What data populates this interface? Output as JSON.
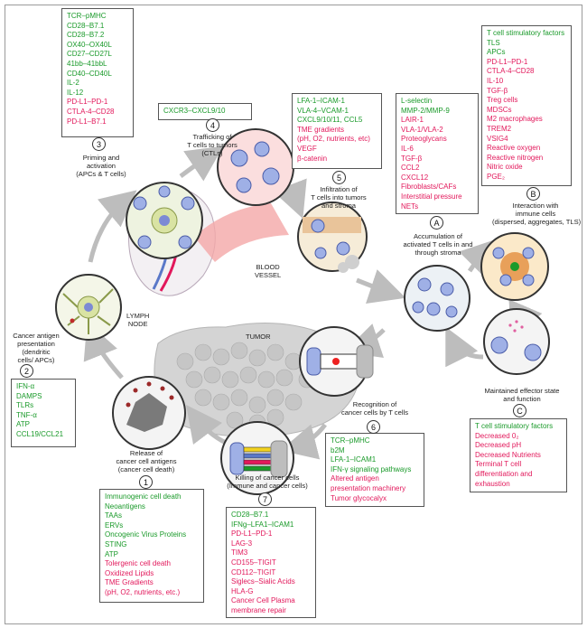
{
  "steps": {
    "s1": {
      "number": "1",
      "caption": [
        "Release of",
        "cancer cell antigens",
        "(cancer cell death)"
      ],
      "items": [
        {
          "t": "Immunogenic cell death",
          "c": "g"
        },
        {
          "t": "Neoantigens",
          "c": "g"
        },
        {
          "t": "TAAs",
          "c": "g"
        },
        {
          "t": "ERVs",
          "c": "g"
        },
        {
          "t": "Oncogenic Virus Proteins",
          "c": "g"
        },
        {
          "t": "STING",
          "c": "g"
        },
        {
          "t": "ATP",
          "c": "g"
        },
        {
          "t": "Tolergenic cell death",
          "c": "r"
        },
        {
          "t": "Oxidized Lipids",
          "c": "r"
        },
        {
          "t": "TME Gradients",
          "c": "r"
        },
        {
          "t": "(pH, O2, nutrients, etc.)",
          "c": "r"
        }
      ]
    },
    "s2": {
      "number": "2",
      "caption": [
        "Cancer antigen",
        "presentation",
        "(dendritic",
        "cells/ APCs)"
      ],
      "items": [
        {
          "t": "IFN-α",
          "c": "g"
        },
        {
          "t": "DAMPS",
          "c": "g"
        },
        {
          "t": "TLRs",
          "c": "g"
        },
        {
          "t": "TNF-α",
          "c": "g"
        },
        {
          "t": "ATP",
          "c": "g"
        },
        {
          "t": "CCL19/CCL21",
          "c": "g"
        }
      ]
    },
    "s3": {
      "number": "3",
      "caption": [
        "Priming and",
        "activation",
        "(APCs & T cells)"
      ],
      "items": [
        {
          "t": "TCR–pMHC",
          "c": "g"
        },
        {
          "t": "CD28–B7.1",
          "c": "g"
        },
        {
          "t": "CD28–B7.2",
          "c": "g"
        },
        {
          "t": "OX40–OX40L",
          "c": "g"
        },
        {
          "t": "CD27–CD27L",
          "c": "g"
        },
        {
          "t": "41bb–41bbL",
          "c": "g"
        },
        {
          "t": "CD40–CD40L",
          "c": "g"
        },
        {
          "t": "IL-2",
          "c": "g"
        },
        {
          "t": "IL-12",
          "c": "g"
        },
        {
          "t": "PD-L1–PD-1",
          "c": "r"
        },
        {
          "t": "CTLA-4–CD28",
          "c": "r"
        },
        {
          "t": "PD-L1–B7.1",
          "c": "r"
        }
      ]
    },
    "s4": {
      "number": "4",
      "caption": [
        "Trafficking of",
        "T cells to tumors",
        "(CTLs)"
      ],
      "items": [
        {
          "t": "CXCR3–CXCL9/10",
          "c": "g"
        }
      ]
    },
    "s5": {
      "number": "5",
      "caption": [
        "Infiltration of",
        "T cells into tumors",
        "and stroma"
      ],
      "items": [
        {
          "t": "LFA-1–ICAM-1",
          "c": "g"
        },
        {
          "t": "VLA-4–VCAM-1",
          "c": "g"
        },
        {
          "t": "CXCL9/10/11, CCL5",
          "c": "g"
        },
        {
          "t": "TME gradients",
          "c": "r"
        },
        {
          "t": "(pH, O2, nutrients, etc)",
          "c": "r"
        },
        {
          "t": "VEGF",
          "c": "r"
        },
        {
          "t": "β-catenin",
          "c": "r"
        }
      ]
    },
    "s6": {
      "number": "6",
      "caption": [
        "Recognition of",
        "cancer cells by T cells"
      ],
      "items": [
        {
          "t": "TCR–pMHC",
          "c": "g"
        },
        {
          "t": "b2M",
          "c": "g"
        },
        {
          "t": "LFA-1–ICAM1",
          "c": "g"
        },
        {
          "t": "IFN-γ signaling pathways",
          "c": "g"
        },
        {
          "t": "Altered antigen",
          "c": "r"
        },
        {
          "t": "presentation machinery",
          "c": "r"
        },
        {
          "t": "Tumor glycocalyx",
          "c": "r"
        }
      ]
    },
    "s7": {
      "number": "7",
      "caption": [
        "Killing of cancer cells",
        "(Immune and cancer cells)"
      ],
      "items": [
        {
          "t": "CD28–B7.1",
          "c": "g"
        },
        {
          "t": "IFNg–LFA1–ICAM1",
          "c": "g"
        },
        {
          "t": "PD-L1–PD-1",
          "c": "r"
        },
        {
          "t": "LAG-3",
          "c": "r"
        },
        {
          "t": "TIM3",
          "c": "r"
        },
        {
          "t": "CD155–TIGIT",
          "c": "r"
        },
        {
          "t": "CD112–TIGIT",
          "c": "r"
        },
        {
          "t": "Siglecs–Sialic Acids",
          "c": "r"
        },
        {
          "t": "HLA-G",
          "c": "r"
        },
        {
          "t": "Cancer Cell Plasma",
          "c": "r"
        },
        {
          "t": "membrane repair",
          "c": "r"
        }
      ]
    },
    "sA": {
      "number": "A",
      "caption": [
        "Accumulation of",
        "activated T cells in and",
        "through stroma"
      ],
      "items": [
        {
          "t": "L-selectin",
          "c": "g"
        },
        {
          "t": "MMP-2/MMP-9",
          "c": "g"
        },
        {
          "t": "LAIR-1",
          "c": "r"
        },
        {
          "t": "VLA-1/VLA-2",
          "c": "r"
        },
        {
          "t": "Proteoglycans",
          "c": "r"
        },
        {
          "t": "IL-6",
          "c": "r"
        },
        {
          "t": "TGF-β",
          "c": "r"
        },
        {
          "t": "CCL2",
          "c": "r"
        },
        {
          "t": "CXCL12",
          "c": "r"
        },
        {
          "t": "Fibroblasts/CAFs",
          "c": "r"
        },
        {
          "t": "Interstitial pressure",
          "c": "r"
        },
        {
          "t": "NETs",
          "c": "r"
        }
      ]
    },
    "sB": {
      "number": "B",
      "caption": [
        "Interaction with",
        "immune cells",
        "(dispersed, aggregates, TLS)"
      ],
      "items": [
        {
          "t": "T cell stimulatory factors",
          "c": "g"
        },
        {
          "t": "TLS",
          "c": "g"
        },
        {
          "t": "APCs",
          "c": "g"
        },
        {
          "t": "PD-L1–PD-1",
          "c": "r"
        },
        {
          "t": "CTLA-4–CD28",
          "c": "r"
        },
        {
          "t": "IL-10",
          "c": "r"
        },
        {
          "t": "TGF-β",
          "c": "r"
        },
        {
          "t": "Treg cells",
          "c": "r"
        },
        {
          "t": "MDSCs",
          "c": "r"
        },
        {
          "t": "M2 macrophages",
          "c": "r"
        },
        {
          "t": "TREM2",
          "c": "r"
        },
        {
          "t": "VSIG4",
          "c": "r"
        },
        {
          "t": "Reactive oxygen",
          "c": "r"
        },
        {
          "t": "Reactive nitrogen",
          "c": "r"
        },
        {
          "t": "Nitric oxide",
          "c": "r"
        },
        {
          "t": "PGE₂",
          "c": "r"
        }
      ]
    },
    "sC": {
      "number": "C",
      "caption": [
        "Maintained effector state",
        "and function"
      ],
      "items": [
        {
          "t": "T cell stimulatory factors",
          "c": "g"
        },
        {
          "t": "Decreased 0₂",
          "c": "r"
        },
        {
          "t": "Decreased pH",
          "c": "r"
        },
        {
          "t": "Decreased Nutrients",
          "c": "r"
        },
        {
          "t": "Terminal T cell",
          "c": "r"
        },
        {
          "t": "differentiation and",
          "c": "r"
        },
        {
          "t": "exhaustion",
          "c": "r"
        }
      ]
    }
  },
  "labels": {
    "lymph_node": [
      "LYMPH",
      "NODE"
    ],
    "blood_vessel": [
      "BLOOD",
      "VESSEL"
    ],
    "tumor": "TUMOR"
  },
  "colors": {
    "promote": "#1a9a2a",
    "inhibit": "#e2185b",
    "arrow": "#bdbdbd"
  }
}
